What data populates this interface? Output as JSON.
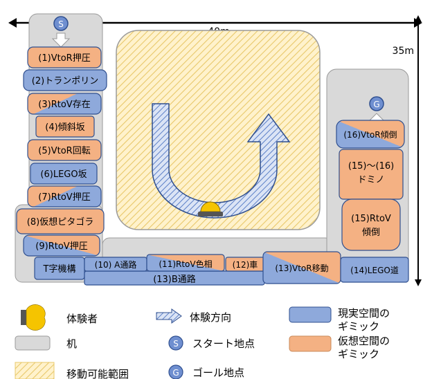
{
  "dimensions": {
    "width": "40m",
    "height": "35m"
  },
  "start_label": "S",
  "goal_label": "G",
  "gimmicks": [
    {
      "id": "g1",
      "label": "(1)VtoR押圧",
      "kind": "real"
    },
    {
      "id": "g2",
      "label": "(2)トランポリン",
      "kind": "real"
    },
    {
      "id": "g3",
      "label": "(3)RtoV存在",
      "kind": "real"
    },
    {
      "id": "g4",
      "label": "(4)傾斜坂",
      "kind": "virtual"
    },
    {
      "id": "g5",
      "label": "(5)VtoR回転",
      "kind": "virtual"
    },
    {
      "id": "g6",
      "label": "(6)LEGO坂",
      "kind": "real"
    },
    {
      "id": "g7",
      "label": "(7)RtoV押圧",
      "kind": "real"
    },
    {
      "id": "g8",
      "label": "(8)仮想ピタゴラ",
      "kind": "virtual"
    },
    {
      "id": "g9",
      "label": "(9)RtoV押圧",
      "kind": "real"
    },
    {
      "id": "gT",
      "label": "T字機構",
      "kind": "real"
    },
    {
      "id": "g10",
      "label": "(10) A通路",
      "kind": "real"
    },
    {
      "id": "g11",
      "label": "(11)RtoV色相",
      "kind": "real"
    },
    {
      "id": "g12",
      "label": "(12)車",
      "kind": "virtual"
    },
    {
      "id": "g13B",
      "label": "(13)B通路",
      "kind": "real"
    },
    {
      "id": "g13",
      "label": "(13)VtoR移動",
      "kind": "real"
    },
    {
      "id": "g14",
      "label": "(14)LEGO道",
      "kind": "real"
    },
    {
      "id": "g15a",
      "label": "(15)RtoV",
      "kind": "virtual"
    },
    {
      "id": "g15b",
      "label": "傾倒",
      "kind": "virtual"
    },
    {
      "id": "g16",
      "label": "(16)VtoR傾倒",
      "kind": "real"
    },
    {
      "id": "g1516a",
      "label": "(15)～(16)",
      "kind": "virtual"
    },
    {
      "id": "g1516b",
      "label": "ドミノ",
      "kind": "virtual"
    }
  ],
  "legend": [
    {
      "icon": "person-icon",
      "label": "体験者"
    },
    {
      "icon": "direction-icon",
      "label": "体験方向"
    },
    {
      "icon": "real-swatch",
      "label": "現実空間の",
      "label2": "ギミック"
    },
    {
      "icon": "desk-swatch",
      "label": "机"
    },
    {
      "icon": "start-icon",
      "label": "スタート地点",
      "badge": "S"
    },
    {
      "icon": "virtual-swatch",
      "label": "仮想空間の",
      "label2": "ギミック"
    },
    {
      "icon": "movable-swatch",
      "label": "移動可能範囲"
    },
    {
      "icon": "goal-icon",
      "label": "ゴール地点",
      "badge": "G"
    }
  ],
  "colors": {
    "real": "#8ea9db",
    "virtual": "#f4b183",
    "desk": "#d9d9d9",
    "movable": "#fff2cc",
    "movable_hatch": "#e8c86a",
    "path_blue": "#5b7fc7",
    "person": "#f5c400",
    "outline": "#2f4f8f"
  }
}
